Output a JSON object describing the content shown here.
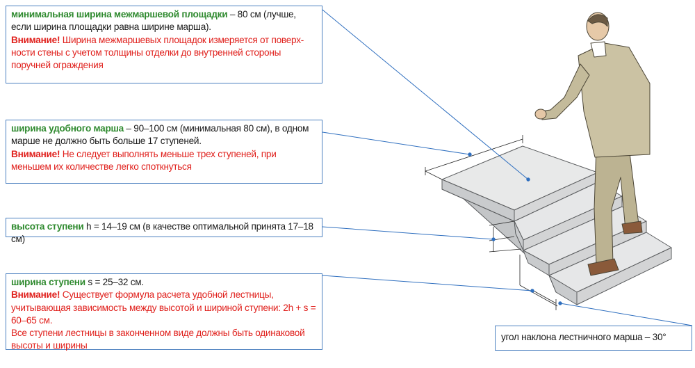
{
  "box1": {
    "title": "минимальная ширина межмаршевой площадки",
    "text1": " – 80 см (лучше, если ширина площадки равна ширине марша).",
    "attention": "Внимание!",
    "note": " Ширина межмаршевых площадок измеряется от поверх-ности стены с учетом толщины отделки до внутренней стороны поручней ограждения"
  },
  "box2": {
    "title": "ширина удобного марша",
    "text1": " – 90–100 см (минимальная 80 см), в одном марше не должно быть больше 17 ступеней.",
    "attention": "Внимание!",
    "note": " Не следует выполнять меньше трех ступеней, при меньшем их количестве легко споткнуться"
  },
  "box3": {
    "title": "высота ступени",
    "text1": " h = 14–19 см (в качестве оптимальной принята 17–18 см)"
  },
  "box4": {
    "title": "ширина ступени",
    "text1": " s = 25–32 см.",
    "attention": "Внимание!",
    "note1": " Существует формула расчета удобной лестницы, учитывающая зависимость между высотой и шириной ступени: 2h + s = 60–65 см.",
    "note2": "Все ступени лестницы в законченном виде должны быть одинаковой высоты и ширины"
  },
  "box5": {
    "text1": "угол наклона лестничного марша – 30°"
  },
  "colors": {
    "accent": "#4a7fbf",
    "title_green": "#2f8a2f",
    "warning_red": "#e0201c",
    "stair_top": "#e7e8e8",
    "stair_front": "#d4d5d6",
    "stair_side": "#bfc1c3",
    "suit": "#c9c0a1",
    "shoes": "#8a5a3a"
  }
}
